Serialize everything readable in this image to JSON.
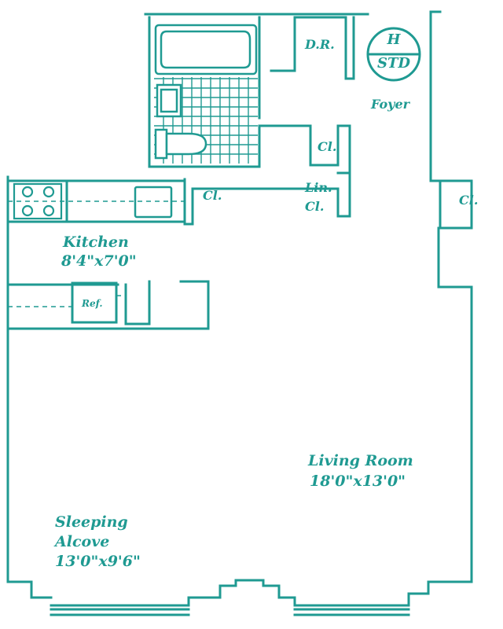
{
  "plan": {
    "line_color": "#1f9a92",
    "rooms": {
      "dressing_room": "D.R.",
      "foyer": "Foyer",
      "closet_bath": "Cl.",
      "closet_kitchen": "Cl.",
      "linen_closet_line1": "Lin.",
      "linen_closet_line2": "Cl.",
      "closet_foyer": "Cl.",
      "kitchen_name": "Kitchen",
      "kitchen_dims": "8'4\"x7'0\"",
      "refrigerator": "Ref.",
      "living_room_name": "Living Room",
      "living_room_dims": "18'0\"x13'0\"",
      "sleeping_line1": "Sleeping",
      "sleeping_line2": "Alcove",
      "sleeping_dims": "13'0\"x9'6\""
    },
    "badge": {
      "top": "H",
      "bottom": "STD"
    },
    "icons": [
      "bathtub-icon",
      "toilet-icon",
      "sink-icon",
      "stove-burner-icon",
      "compass-badge-icon"
    ]
  }
}
